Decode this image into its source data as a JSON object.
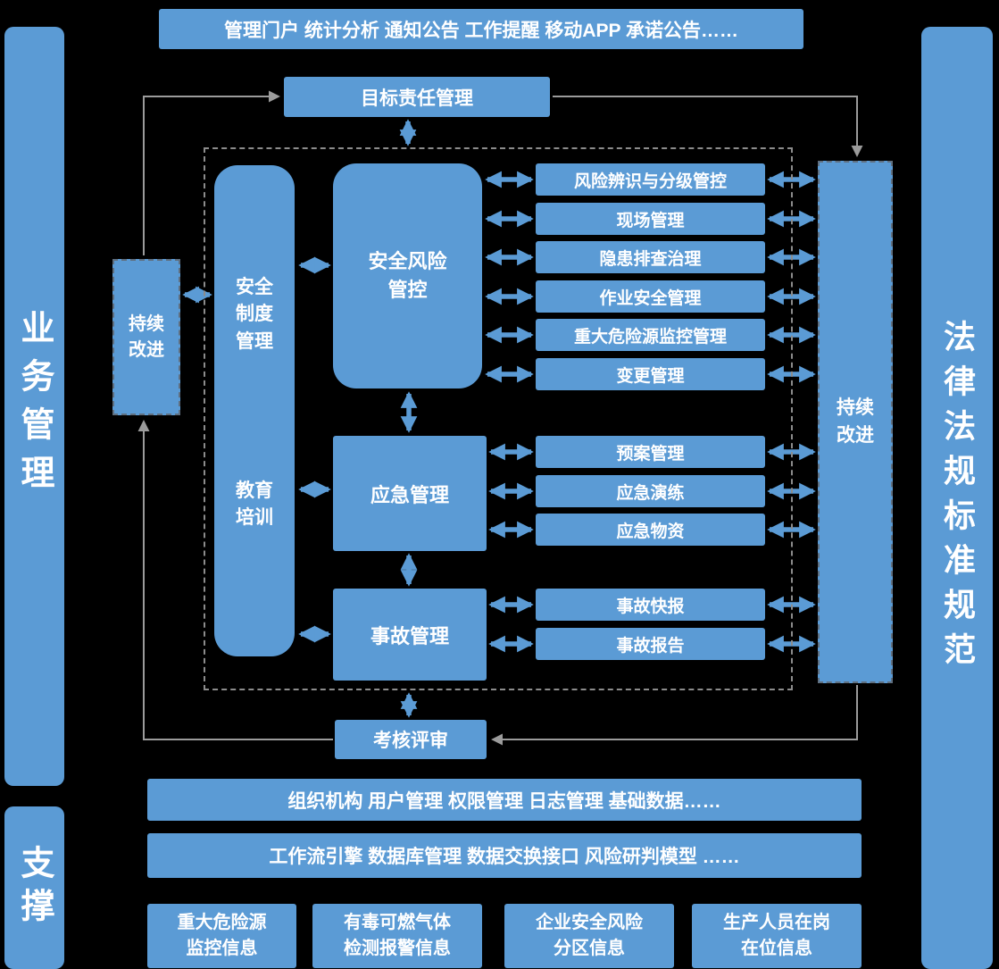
{
  "colors": {
    "box_blue": "#5B9BD5",
    "background": "#000000",
    "arrow_blue": "#5B9BD5",
    "arrow_gray": "#9b9b9b",
    "dashed_border": "#8c8c8c"
  },
  "rails": {
    "business": "业务管理",
    "support": "支撑",
    "law": "法律法规标准规范"
  },
  "top_bar": "管理门户 统计分析 通知公告 工作提醒 移动APP 承诺公告……",
  "goal": "目标责任管理",
  "loop": {
    "left": "持续\n改进",
    "right": "持续\n改进"
  },
  "institution": {
    "top": "安全\n制度\n管理",
    "bottom": "教育\n培训"
  },
  "risk": {
    "title": "安全风险\n管控",
    "items": [
      "风险辨识与分级管控",
      "现场管理",
      "隐患排查治理",
      "作业安全管理",
      "重大危险源监控管理",
      "变更管理"
    ]
  },
  "emergency": {
    "title": "应急管理",
    "items": [
      "预案管理",
      "应急演练",
      "应急物资"
    ]
  },
  "accident": {
    "title": "事故管理",
    "items": [
      "事故快报",
      "事故报告"
    ]
  },
  "review": "考核评审",
  "platform": {
    "bar1": "组织机构 用户管理 权限管理 日志管理 基础数据……",
    "bar2": "工作流引擎 数据库管理 数据交换接口 风险研判模型 ……"
  },
  "sources": [
    "重大危险源\n监控信息",
    "有毒可燃气体\n检测报警信息",
    "企业安全风险\n分区信息",
    "生产人员在岗\n在位信息"
  ]
}
